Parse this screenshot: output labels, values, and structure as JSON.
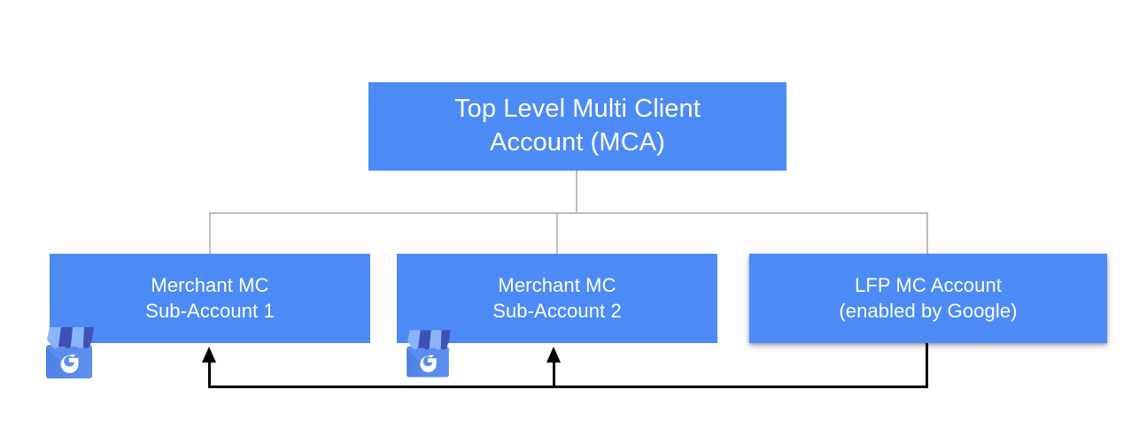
{
  "diagram": {
    "title_semantic": "google-merchant-center-account-hierarchy",
    "colors": {
      "node_fill": "#4C8BF5",
      "node_text": "#FFFFFF",
      "tree_connector": "#BDBDBD",
      "feedback_connector": "#000000",
      "background": "#FFFFFF",
      "gmb_awning_dark": "#3F51B5",
      "gmb_awning_light": "#8AB4F8",
      "gmb_body": "#5B8DEF"
    },
    "nodes": [
      {
        "id": "top",
        "label": "Top Level Multi Client\nAccount (MCA)",
        "line1": "Top Level Multi Client",
        "line2": "Account (MCA)"
      },
      {
        "id": "merchant-1",
        "label": "Merchant MC\nSub-Account 1",
        "line1": "Merchant MC",
        "line2": "Sub-Account 1",
        "icon": "google-my-business-icon"
      },
      {
        "id": "merchant-2",
        "label": "Merchant MC\nSub-Account 2",
        "line1": "Merchant MC",
        "line2": "Sub-Account 2",
        "icon": "google-my-business-icon"
      },
      {
        "id": "lfp",
        "label": "LFP MC Account\n(enabled by Google)",
        "line1": "LFP MC Account",
        "line2": "(enabled by Google)"
      }
    ],
    "connectors": [
      {
        "id": "tree-top-to-children",
        "style": "grey",
        "from": "top",
        "to": [
          "merchant-1",
          "merchant-2",
          "lfp"
        ]
      },
      {
        "id": "feedback-lfp-to-merchants",
        "style": "black-arrow",
        "from": "lfp",
        "to": [
          "merchant-1",
          "merchant-2"
        ]
      }
    ]
  }
}
